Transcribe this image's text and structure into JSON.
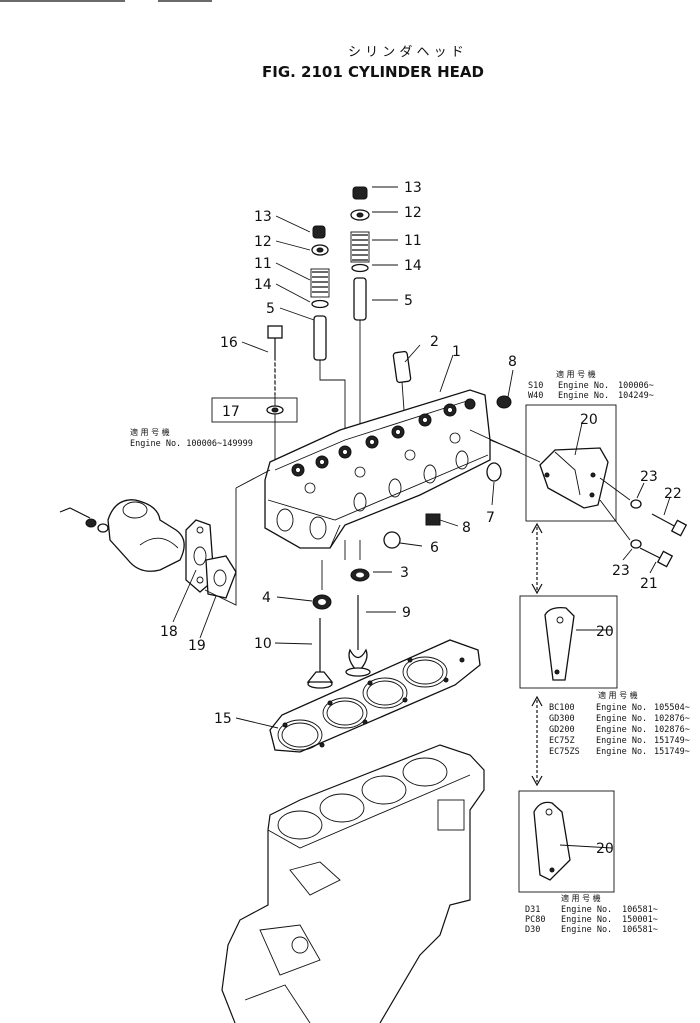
{
  "header": {
    "title_jp": "シ リ ン ダ ヘ ッ ド",
    "title": "FIG. 2101  CYLINDER HEAD"
  },
  "callouts": {
    "c1": "1",
    "c2": "2",
    "c3": "3",
    "c4": "4",
    "c5a": "5",
    "c5b": "5",
    "c6": "6",
    "c7": "7",
    "c8a": "8",
    "c8b": "8",
    "c9": "9",
    "c10": "10",
    "c11a": "11",
    "c11b": "11",
    "c12a": "12",
    "c12b": "12",
    "c13a": "13",
    "c13b": "13",
    "c14a": "14",
    "c14b": "14",
    "c15": "15",
    "c16": "16",
    "c17": "17",
    "c18": "18",
    "c19": "19",
    "c20a": "20",
    "c20b": "20",
    "c20c": "20",
    "c21": "21",
    "c22": "22",
    "c23a": "23",
    "c23b": "23"
  },
  "notes": {
    "left": {
      "heading": "適 用 号 機",
      "line1": "Engine  No. 100006~149999"
    },
    "box1": {
      "heading": "適 用 号 機",
      "rows": [
        {
          "model": "S10",
          "label": "Engine  No.",
          "serial": "100006~"
        },
        {
          "model": "W40",
          "label": "Engine  No.",
          "serial": "104249~"
        }
      ]
    },
    "box2": {
      "heading": "適 用 号 機",
      "rows": [
        {
          "model": "BC100",
          "label": "Engine  No.",
          "serial": "105504~"
        },
        {
          "model": "GD300",
          "label": "Engine  No.",
          "serial": "102876~"
        },
        {
          "model": "GD200",
          "label": "Engine  No.",
          "serial": "102876~"
        },
        {
          "model": "EC75Z",
          "label": "Engine  No.",
          "serial": "151749~"
        },
        {
          "model": "EC75ZS",
          "label": "Engine  No.",
          "serial": "151749~"
        }
      ]
    },
    "box3": {
      "heading": "適 用 号 機",
      "rows": [
        {
          "model": "D31",
          "label": "Engine  No.",
          "serial": "106581~"
        },
        {
          "model": "PC80",
          "label": "Engine  No.",
          "serial": "150001~"
        },
        {
          "model": "D30",
          "label": "Engine  No.",
          "serial": "106581~"
        }
      ]
    }
  }
}
